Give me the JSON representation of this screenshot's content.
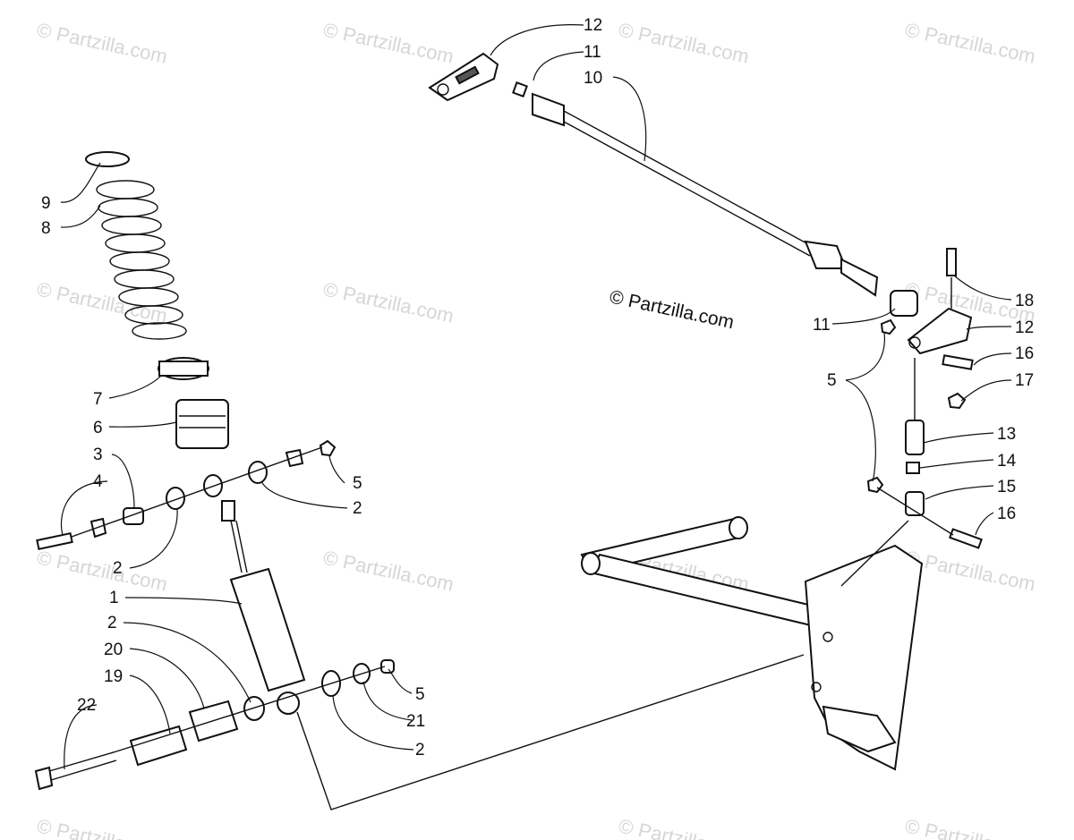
{
  "watermark": "© Partzilla.com",
  "copyright": "© Partzilla.com",
  "callouts": {
    "c12a": "12",
    "c11a": "11",
    "c10": "10",
    "c9": "9",
    "c8": "8",
    "c7": "7",
    "c6": "6",
    "c3": "3",
    "c4": "4",
    "c5a": "5",
    "c2a": "2",
    "c2b": "2",
    "c1": "1",
    "c2c": "2",
    "c20": "20",
    "c19": "19",
    "c22": "22",
    "c5b": "5",
    "c21": "21",
    "c2d": "2",
    "c18": "18",
    "c11b": "11",
    "c12b": "12",
    "c16a": "16",
    "c17": "17",
    "c5c": "5",
    "c13": "13",
    "c14": "14",
    "c15": "15",
    "c16b": "16"
  }
}
